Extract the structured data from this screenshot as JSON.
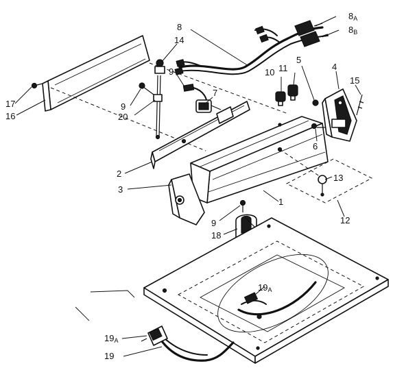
{
  "labels": {
    "l1": "1",
    "l2": "2",
    "l3": "3",
    "l4": "4",
    "l5": "5",
    "l6": "6",
    "l7": "7",
    "l8": "8",
    "l8a_num": "8",
    "l8a_sub": "A",
    "l8b_num": "8",
    "l8b_sub": "B",
    "l9a": "9",
    "l9b": "9",
    "l9c": "9",
    "l10": "10",
    "l11": "11",
    "l12": "12",
    "l13": "13",
    "l14": "14",
    "l15": "15",
    "l16": "16",
    "l17": "17",
    "l18": "18",
    "l19": "19",
    "l19a_num": "19",
    "l19a_sub": "A",
    "l19a2_num": "19",
    "l19a2_sub": "A",
    "l20": "20"
  }
}
